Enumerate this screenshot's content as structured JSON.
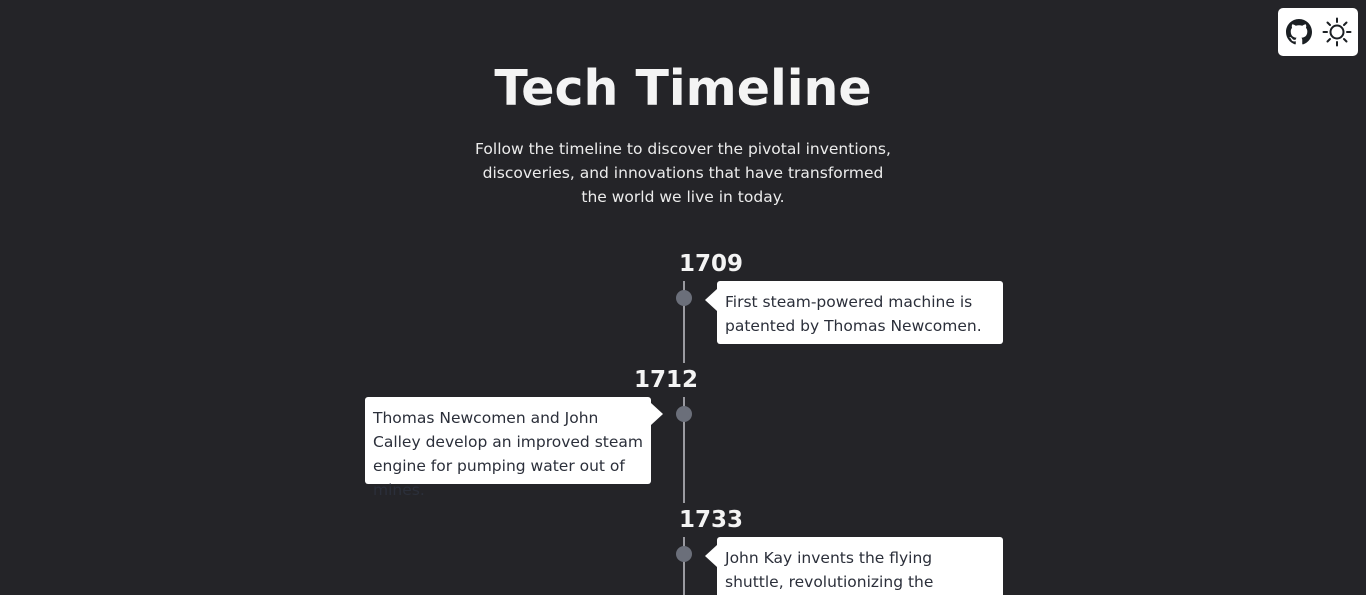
{
  "toolbar": {
    "github_icon": "github-icon",
    "theme_icon": "sun-icon"
  },
  "header": {
    "title": "Tech Timeline",
    "subtitle": "Follow the timeline to discover the pivotal inventions, discoveries, and innovations that have transformed the world we live in today."
  },
  "events": [
    {
      "year": "1709",
      "text": "First steam-powered machine is patented by Thomas Newcomen.",
      "side": "right"
    },
    {
      "year": "1712",
      "text": "Thomas Newcomen and John Calley develop an improved steam engine for pumping water out of mines.",
      "side": "left"
    },
    {
      "year": "1733",
      "text": "John Kay invents the flying shuttle, revolutionizing the weaving",
      "side": "right"
    }
  ],
  "colors": {
    "background": "#242428",
    "card": "#ffffff",
    "dot": "#6b6f7a",
    "axis": "#9a9aa0"
  }
}
